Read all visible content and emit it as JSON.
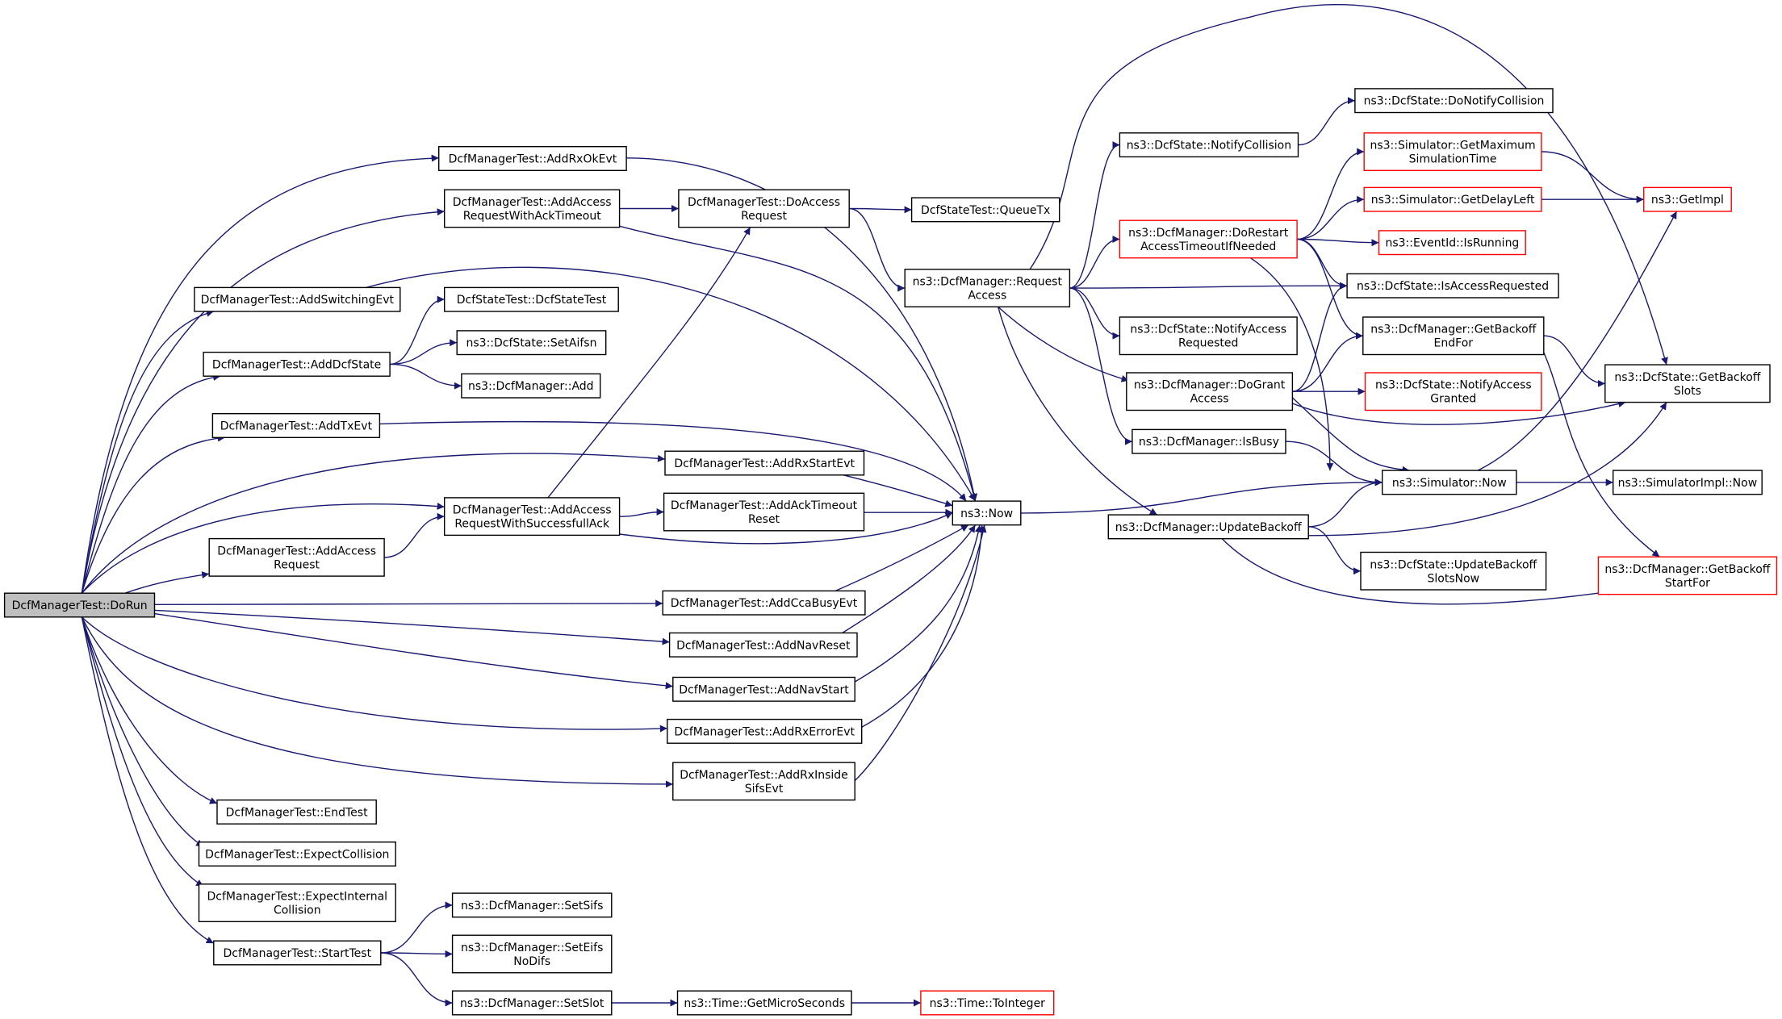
{
  "diagram": {
    "type": "call-graph",
    "colors": {
      "edge": "#191970",
      "border": "#000000",
      "border_incomplete": "#ff0000",
      "root_fill": "#bfbfbf"
    },
    "nodes": [
      {
        "id": "doRun",
        "lines": [
          "DcfManagerTest::DoRun"
        ],
        "style": "root"
      },
      {
        "id": "addRxOkEvt",
        "lines": [
          "DcfManagerTest::AddRxOkEvt"
        ]
      },
      {
        "id": "addAccReqAck",
        "lines": [
          "DcfManagerTest::AddAccess",
          "RequestWithAckTimeout"
        ]
      },
      {
        "id": "addSwitching",
        "lines": [
          "DcfManagerTest::AddSwitchingEvt"
        ]
      },
      {
        "id": "addDcfState",
        "lines": [
          "DcfManagerTest::AddDcfState"
        ]
      },
      {
        "id": "addTxEvt",
        "lines": [
          "DcfManagerTest::AddTxEvt"
        ]
      },
      {
        "id": "addAccReq",
        "lines": [
          "DcfManagerTest::AddAccess",
          "Request"
        ]
      },
      {
        "id": "addAccReqSucc",
        "lines": [
          "DcfManagerTest::AddAccess",
          "RequestWithSuccessfullAck"
        ]
      },
      {
        "id": "endTest",
        "lines": [
          "DcfManagerTest::EndTest"
        ]
      },
      {
        "id": "expectCollision",
        "lines": [
          "DcfManagerTest::ExpectCollision"
        ]
      },
      {
        "id": "expectInternal",
        "lines": [
          "DcfManagerTest::ExpectInternal",
          "Collision"
        ]
      },
      {
        "id": "startTest",
        "lines": [
          "DcfManagerTest::StartTest"
        ]
      },
      {
        "id": "doAccReq",
        "lines": [
          "DcfManagerTest::DoAccess",
          "Request"
        ]
      },
      {
        "id": "dcfStateTest",
        "lines": [
          "DcfStateTest::DcfStateTest"
        ]
      },
      {
        "id": "setAifsn",
        "lines": [
          "ns3::DcfState::SetAifsn"
        ]
      },
      {
        "id": "dmAdd",
        "lines": [
          "ns3::DcfManager::Add"
        ]
      },
      {
        "id": "addRxStart",
        "lines": [
          "DcfManagerTest::AddRxStartEvt"
        ]
      },
      {
        "id": "addAckTimeoutReset",
        "lines": [
          "DcfManagerTest::AddAckTimeout",
          "Reset"
        ]
      },
      {
        "id": "addCcaBusy",
        "lines": [
          "DcfManagerTest::AddCcaBusyEvt"
        ]
      },
      {
        "id": "addNavReset",
        "lines": [
          "DcfManagerTest::AddNavReset"
        ]
      },
      {
        "id": "addNavStart",
        "lines": [
          "DcfManagerTest::AddNavStart"
        ]
      },
      {
        "id": "addRxError",
        "lines": [
          "DcfManagerTest::AddRxErrorEvt"
        ]
      },
      {
        "id": "addRxInside",
        "lines": [
          "DcfManagerTest::AddRxInside",
          "SifsEvt"
        ]
      },
      {
        "id": "setSifs",
        "lines": [
          "ns3::DcfManager::SetSifs"
        ]
      },
      {
        "id": "setEifs",
        "lines": [
          "ns3::DcfManager::SetEifs",
          "NoDifs"
        ]
      },
      {
        "id": "setSlot",
        "lines": [
          "ns3::DcfManager::SetSlot"
        ]
      },
      {
        "id": "queueTx",
        "lines": [
          "DcfStateTest::QueueTx"
        ]
      },
      {
        "id": "now",
        "lines": [
          "ns3::Now"
        ]
      },
      {
        "id": "getMicro",
        "lines": [
          "ns3::Time::GetMicroSeconds"
        ]
      },
      {
        "id": "toInteger",
        "lines": [
          "ns3::Time::ToInteger"
        ],
        "style": "red"
      },
      {
        "id": "reqAccess",
        "lines": [
          "ns3::DcfManager::Request",
          "Access"
        ]
      },
      {
        "id": "notifyCollision",
        "lines": [
          "ns3::DcfState::NotifyCollision"
        ]
      },
      {
        "id": "doNotifyCollision",
        "lines": [
          "ns3::DcfState::DoNotifyCollision"
        ]
      },
      {
        "id": "doRestart",
        "lines": [
          "ns3::DcfManager::DoRestart",
          "AccessTimeoutIfNeeded"
        ],
        "style": "red"
      },
      {
        "id": "notifyAccReq",
        "lines": [
          "ns3::DcfState::NotifyAccess",
          "Requested"
        ]
      },
      {
        "id": "doGrant",
        "lines": [
          "ns3::DcfManager::DoGrant",
          "Access"
        ]
      },
      {
        "id": "isBusy",
        "lines": [
          "ns3::DcfManager::IsBusy"
        ]
      },
      {
        "id": "updateBackoff",
        "lines": [
          "ns3::DcfManager::UpdateBackoff"
        ]
      },
      {
        "id": "getMaxSim",
        "lines": [
          "ns3::Simulator::GetMaximum",
          "SimulationTime"
        ],
        "style": "red"
      },
      {
        "id": "getDelayLeft",
        "lines": [
          "ns3::Simulator::GetDelayLeft"
        ],
        "style": "red"
      },
      {
        "id": "isRunning",
        "lines": [
          "ns3::EventId::IsRunning"
        ],
        "style": "red"
      },
      {
        "id": "isAccReq",
        "lines": [
          "ns3::DcfState::IsAccessRequested"
        ]
      },
      {
        "id": "getBackoffEnd",
        "lines": [
          "ns3::DcfManager::GetBackoff",
          "EndFor"
        ]
      },
      {
        "id": "notifyAccGranted",
        "lines": [
          "ns3::DcfState::NotifyAccess",
          "Granted"
        ],
        "style": "red"
      },
      {
        "id": "simNow",
        "lines": [
          "ns3::Simulator::Now"
        ]
      },
      {
        "id": "updateBackoffSlots",
        "lines": [
          "ns3::DcfState::UpdateBackoff",
          "SlotsNow"
        ]
      },
      {
        "id": "getImpl",
        "lines": [
          "ns3::GetImpl"
        ],
        "style": "red"
      },
      {
        "id": "getBackoffSlots",
        "lines": [
          "ns3::DcfState::GetBackoff",
          "Slots"
        ]
      },
      {
        "id": "simImplNow",
        "lines": [
          "ns3::SimulatorImpl::Now"
        ]
      },
      {
        "id": "getBackoffStart",
        "lines": [
          "ns3::DcfManager::GetBackoff",
          "StartFor"
        ],
        "style": "red"
      }
    ],
    "edges": [
      [
        "doRun",
        "addRxOkEvt"
      ],
      [
        "doRun",
        "addAccReqAck"
      ],
      [
        "doRun",
        "addSwitching"
      ],
      [
        "doRun",
        "addDcfState"
      ],
      [
        "doRun",
        "addTxEvt"
      ],
      [
        "doRun",
        "addAccReq"
      ],
      [
        "doRun",
        "addAccReqSucc"
      ],
      [
        "doRun",
        "addRxStart"
      ],
      [
        "doRun",
        "addCcaBusy"
      ],
      [
        "doRun",
        "addNavReset"
      ],
      [
        "doRun",
        "addNavStart"
      ],
      [
        "doRun",
        "addRxError"
      ],
      [
        "doRun",
        "addRxInside"
      ],
      [
        "doRun",
        "endTest"
      ],
      [
        "doRun",
        "expectCollision"
      ],
      [
        "doRun",
        "expectInternal"
      ],
      [
        "doRun",
        "startTest"
      ],
      [
        "addRxOkEvt",
        "now"
      ],
      [
        "addAccReqAck",
        "doAccReq"
      ],
      [
        "addAccReqAck",
        "now"
      ],
      [
        "addSwitching",
        "now"
      ],
      [
        "addDcfState",
        "dcfStateTest"
      ],
      [
        "addDcfState",
        "setAifsn"
      ],
      [
        "addDcfState",
        "dmAdd"
      ],
      [
        "addTxEvt",
        "now"
      ],
      [
        "addAccReq",
        "addAccReqSucc"
      ],
      [
        "addAccReqSucc",
        "doAccReq"
      ],
      [
        "addAccReqSucc",
        "addAckTimeoutReset"
      ],
      [
        "addAccReqSucc",
        "now"
      ],
      [
        "addRxStart",
        "now"
      ],
      [
        "addAckTimeoutReset",
        "now"
      ],
      [
        "addCcaBusy",
        "now"
      ],
      [
        "addNavReset",
        "now"
      ],
      [
        "addNavStart",
        "now"
      ],
      [
        "addRxError",
        "now"
      ],
      [
        "addRxInside",
        "now"
      ],
      [
        "startTest",
        "setSifs"
      ],
      [
        "startTest",
        "setEifs"
      ],
      [
        "startTest",
        "setSlot"
      ],
      [
        "setSlot",
        "getMicro"
      ],
      [
        "getMicro",
        "toInteger"
      ],
      [
        "doAccReq",
        "queueTx"
      ],
      [
        "doAccReq",
        "reqAccess"
      ],
      [
        "now",
        "simNow"
      ],
      [
        "reqAccess",
        "notifyCollision"
      ],
      [
        "reqAccess",
        "doRestart"
      ],
      [
        "reqAccess",
        "isAccReq"
      ],
      [
        "reqAccess",
        "notifyAccReq"
      ],
      [
        "reqAccess",
        "doGrant"
      ],
      [
        "reqAccess",
        "isBusy"
      ],
      [
        "reqAccess",
        "updateBackoff"
      ],
      [
        "reqAccess",
        "getBackoffSlots"
      ],
      [
        "notifyCollision",
        "doNotifyCollision"
      ],
      [
        "doRestart",
        "getMaxSim"
      ],
      [
        "doRestart",
        "getDelayLeft"
      ],
      [
        "doRestart",
        "isRunning"
      ],
      [
        "doRestart",
        "isAccReq"
      ],
      [
        "doRestart",
        "getBackoffEnd"
      ],
      [
        "doRestart",
        "simNow"
      ],
      [
        "doGrant",
        "isAccReq"
      ],
      [
        "doGrant",
        "getBackoffEnd"
      ],
      [
        "doGrant",
        "notifyAccGranted"
      ],
      [
        "doGrant",
        "simNow"
      ],
      [
        "doGrant",
        "getBackoffSlots"
      ],
      [
        "isBusy",
        "simNow"
      ],
      [
        "updateBackoff",
        "simNow"
      ],
      [
        "updateBackoff",
        "updateBackoffSlots"
      ],
      [
        "updateBackoff",
        "getBackoffSlots"
      ],
      [
        "updateBackoff",
        "getBackoffStart"
      ],
      [
        "getMaxSim",
        "getImpl"
      ],
      [
        "getDelayLeft",
        "getImpl"
      ],
      [
        "getBackoffEnd",
        "getBackoffSlots"
      ],
      [
        "getBackoffEnd",
        "getBackoffStart"
      ],
      [
        "simNow",
        "getImpl"
      ],
      [
        "simNow",
        "simImplNow"
      ]
    ]
  }
}
